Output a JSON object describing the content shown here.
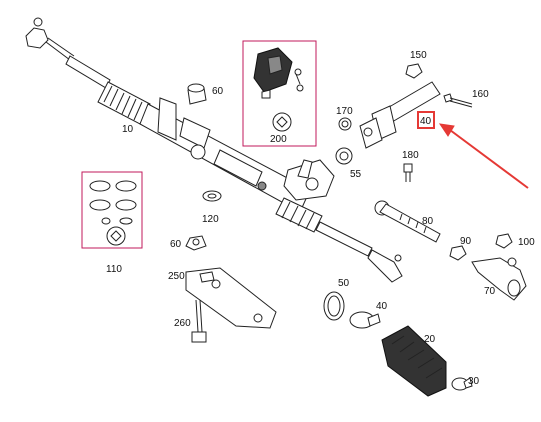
{
  "callouts": {
    "c10": "10",
    "c20": "20",
    "c30": "30",
    "c40": "40",
    "c40b": "40",
    "c50": "50",
    "c55": "55",
    "c60a": "60",
    "c60b": "60",
    "c70": "70",
    "c80": "80",
    "c90": "90",
    "c100": "100",
    "c110": "110",
    "c120": "120",
    "c150": "150",
    "c160": "160",
    "c170": "170",
    "c180": "180",
    "c200": "200",
    "c250": "250",
    "c260": "260"
  },
  "colors": {
    "highlight": "#e53935",
    "line": "#222222",
    "box": "#c2185b"
  },
  "highlighted_part": "40"
}
